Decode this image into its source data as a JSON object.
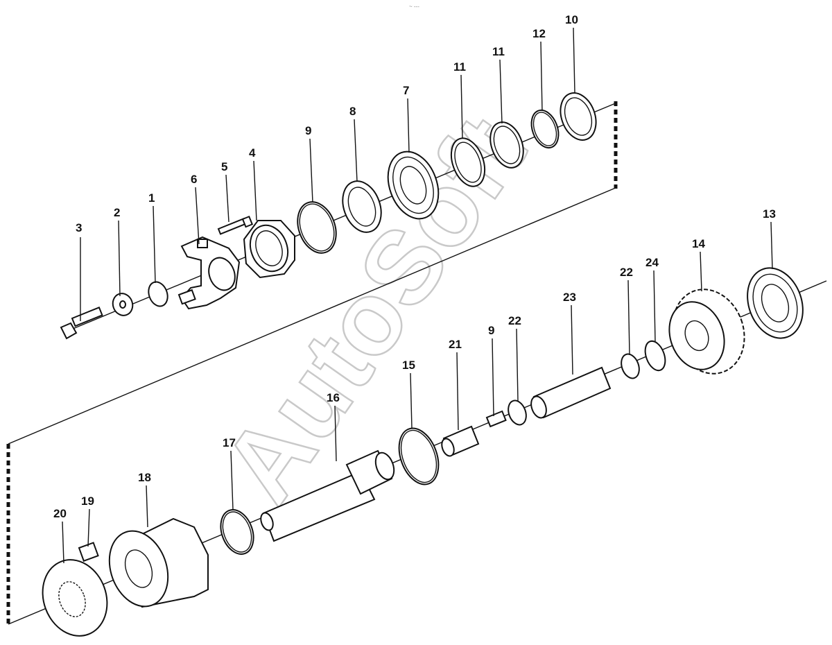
{
  "watermark": "AutoSoft",
  "top_marker": "~ ---",
  "callouts": [
    "3",
    "2",
    "1",
    "6",
    "5",
    "4",
    "9",
    "8",
    "7",
    "11",
    "11",
    "12",
    "10",
    "13",
    "14",
    "24",
    "22",
    "23",
    "22",
    "9",
    "21",
    "15",
    "16",
    "17",
    "18",
    "19",
    "20"
  ]
}
